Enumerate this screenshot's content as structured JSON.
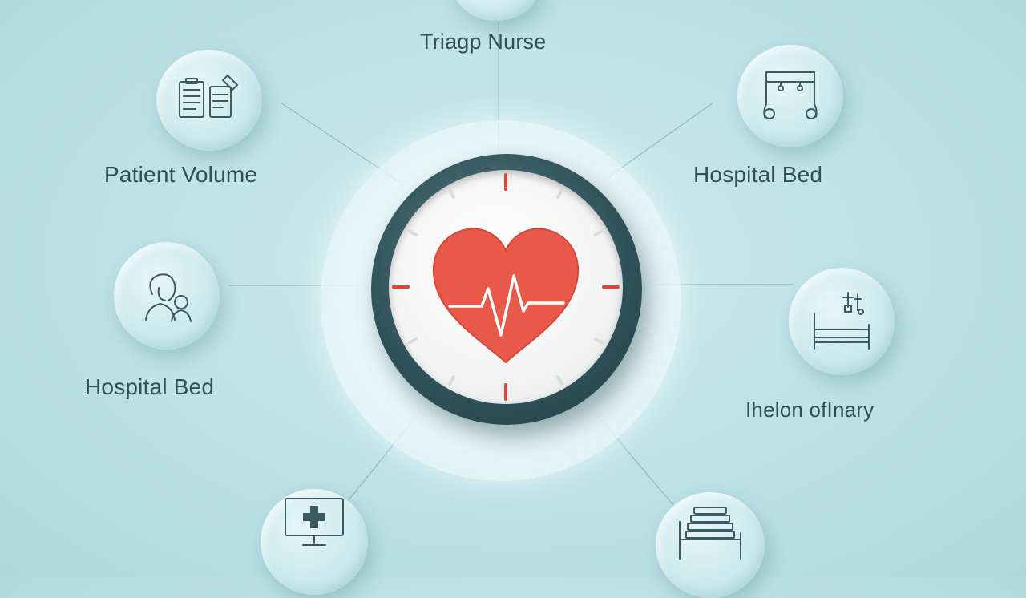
{
  "labels": {
    "top": "Triagp Nurse",
    "top_left": "Patient Volume",
    "top_right": "Hospital Bed",
    "mid_left": "Hospital Bed",
    "mid_right": "Ihelon ofInary"
  },
  "colors": {
    "background": "#bfe3e8",
    "heart": "#e8594a",
    "clock_rim": "#2f5159",
    "text": "#2f4f57",
    "icon_stroke": "#3b5a62"
  },
  "icons": {
    "top": "triage-nurse-icon",
    "top_left": "clipboard-document-icon",
    "top_right": "bed-frame-icon",
    "mid_left": "patient-people-icon",
    "mid_right": "hospital-bed-icon",
    "bottom_left": "medical-monitor-icon",
    "bottom_right": "stacked-bed-icon",
    "center": "heart-pulse-icon"
  }
}
